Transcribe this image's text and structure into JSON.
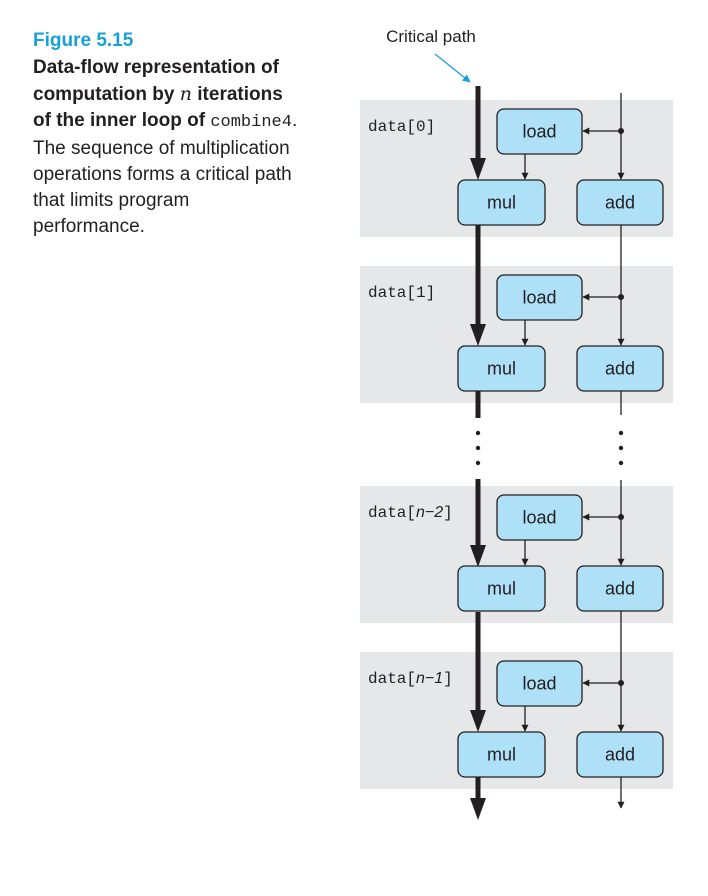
{
  "caption": {
    "figure_label": "Figure 5.15",
    "title_part1": "Data-flow representation of computation by",
    "title_var": "n",
    "title_part2": "iterations of the inner loop of",
    "title_code": "combine4",
    "title_part3": ". The sequence of multiplication operations forms a critical path that limits program performance."
  },
  "diagram": {
    "critical_path_label": "Critical path",
    "iterations": [
      {
        "label_prefix": "data[",
        "label_index": "0",
        "label_suffix": "]",
        "load": "load",
        "mul": "mul",
        "add": "add"
      },
      {
        "label_prefix": "data[",
        "label_index": "1",
        "label_suffix": "]",
        "load": "load",
        "mul": "mul",
        "add": "add"
      },
      {
        "label_prefix": "data[",
        "label_index": "n−2",
        "label_suffix": "]",
        "load": "load",
        "mul": "mul",
        "add": "add"
      },
      {
        "label_prefix": "data[",
        "label_index": "n−1",
        "label_suffix": "]",
        "load": "load",
        "mul": "mul",
        "add": "add"
      }
    ],
    "colors": {
      "panel": "#e6e7e8",
      "box_fill": "#aee0f7",
      "box_stroke": "#231f20",
      "line": "#231f20",
      "figure_label": "#1aa0d8"
    }
  }
}
